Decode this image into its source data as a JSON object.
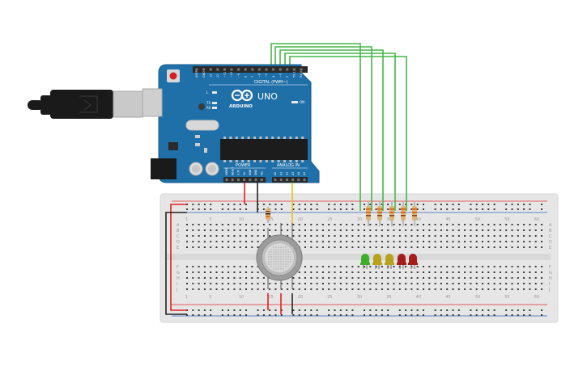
{
  "board": {
    "brand": "ARDUINO",
    "model": "UNO",
    "digital_header": "DIGITAL (PWM~)",
    "power_header": "POWER",
    "analog_header": "ANALOG IN",
    "on_label": "ON",
    "tx_label": "TX",
    "rx_label": "RX",
    "l_label": "L",
    "digital_pins": [
      "AREF",
      "GND",
      "13",
      "12",
      "~11",
      "~10",
      "~9",
      "8",
      "7",
      "~6",
      "~5",
      "4",
      "~3",
      "2",
      "TX 1",
      "RX 0"
    ],
    "power_pins": [
      "IOREF",
      "RESET",
      "3.3V",
      "5V",
      "GND",
      "GND",
      "Vin"
    ],
    "analog_pins": [
      "A0",
      "A1",
      "A2",
      "A3",
      "A4",
      "A5"
    ]
  },
  "breadboard": {
    "column_numbers": [
      "1",
      "5",
      "10",
      "15",
      "20",
      "25",
      "30",
      "35",
      "40",
      "45",
      "50",
      "55",
      "60"
    ],
    "row_letters_top": [
      "A",
      "B",
      "C",
      "D",
      "E"
    ],
    "row_letters_bottom": [
      "F",
      "G",
      "H",
      "I",
      "J"
    ]
  },
  "leds": {
    "colors": [
      "#3fae2a",
      "#b8a21c",
      "#b8a21c",
      "#a51c1c",
      "#a51c1c"
    ]
  },
  "colors": {
    "board": "#1f6fa8",
    "wire_green": "#45b649",
    "wire_red": "#e02020",
    "wire_black": "#222222",
    "wire_yellow": "#e8c21a",
    "breadboard": "#e6e6e6"
  }
}
